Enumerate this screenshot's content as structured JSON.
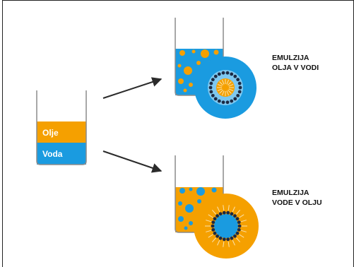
{
  "colors": {
    "oil": "#f5a000",
    "water": "#1a9be0",
    "beaker_outline": "#8c8c8c",
    "arrow": "#2b2b2b",
    "surfactant_head": "#1c2a44",
    "frame": "#222222"
  },
  "beaker": {
    "oil_label": "Olje",
    "water_label": "Voda"
  },
  "emulsions": [
    {
      "line1": "EMULZIJA",
      "line2": "OLJA V VODI"
    },
    {
      "line1": "EMULZIJA",
      "line2": "VODE V OLJU"
    }
  ],
  "icons": [
    "arrow-icon",
    "arrow-icon"
  ]
}
